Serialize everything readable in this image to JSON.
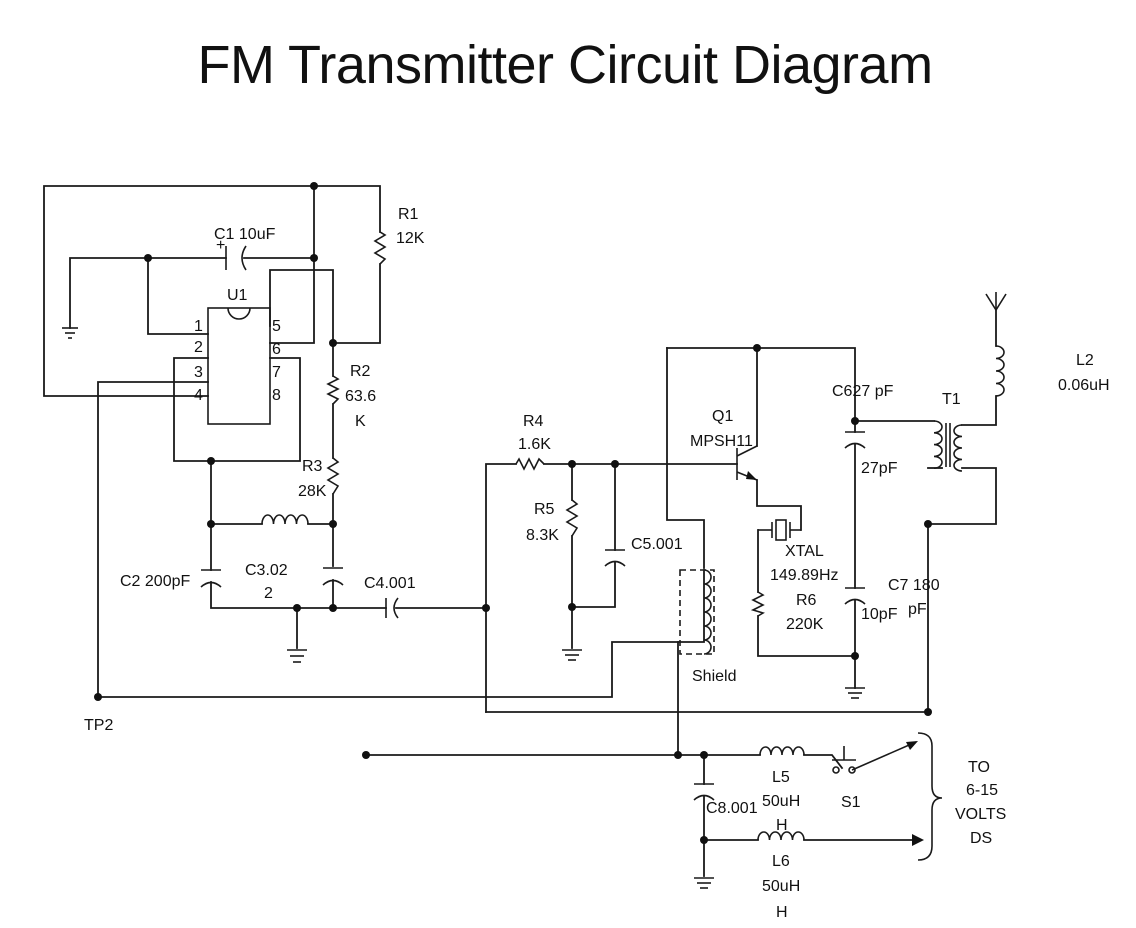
{
  "title": "FM Transmitter Circuit Diagram",
  "colors": {
    "ink": "#111111",
    "background": "#ffffff"
  },
  "components": {
    "c1": {
      "name": "C1 10uF",
      "polarity": "+"
    },
    "r1": {
      "name": "R1",
      "value": "12K"
    },
    "u1": {
      "name": "U1",
      "pins": [
        "1",
        "2",
        "3",
        "4",
        "5",
        "6",
        "7",
        "8"
      ]
    },
    "r2": {
      "name": "R2",
      "value_line1": "63.6",
      "value_line2": "K"
    },
    "r3": {
      "name": "R3",
      "value": "28K"
    },
    "c2": {
      "label": "C2 200pF"
    },
    "c3": {
      "name": "C3.02",
      "value": "2"
    },
    "c4": {
      "label": "C4.001"
    },
    "r4": {
      "name": "R4",
      "value": "1.6K"
    },
    "r5": {
      "name": "R5",
      "value": "8.3K"
    },
    "c5": {
      "label": "C5.001"
    },
    "q1": {
      "name": "Q1",
      "part": "MPSH11"
    },
    "c6": {
      "label": "C627 pF",
      "value": "27pF"
    },
    "t1": {
      "name": "T1"
    },
    "l2": {
      "name": "L2",
      "value": "0.06uH"
    },
    "xtal": {
      "name": "XTAL",
      "freq": "149.89Hz"
    },
    "r6": {
      "name": "R6",
      "value": "220K"
    },
    "c7": {
      "label": "C7 180",
      "unit": "pF",
      "value": "10pF"
    },
    "shield": {
      "label": "Shield"
    },
    "tp2": {
      "label": "TP2"
    },
    "l5": {
      "name": "L5",
      "value": "50uH",
      "unit": "H"
    },
    "s1": {
      "name": "S1"
    },
    "c8": {
      "label": "C8.001"
    },
    "l6": {
      "name": "L6",
      "value": "50uH",
      "unit": "H"
    },
    "supply": {
      "line1": "TO",
      "line2": "6-15",
      "line3": "VOLTS",
      "line4": "DS"
    }
  }
}
